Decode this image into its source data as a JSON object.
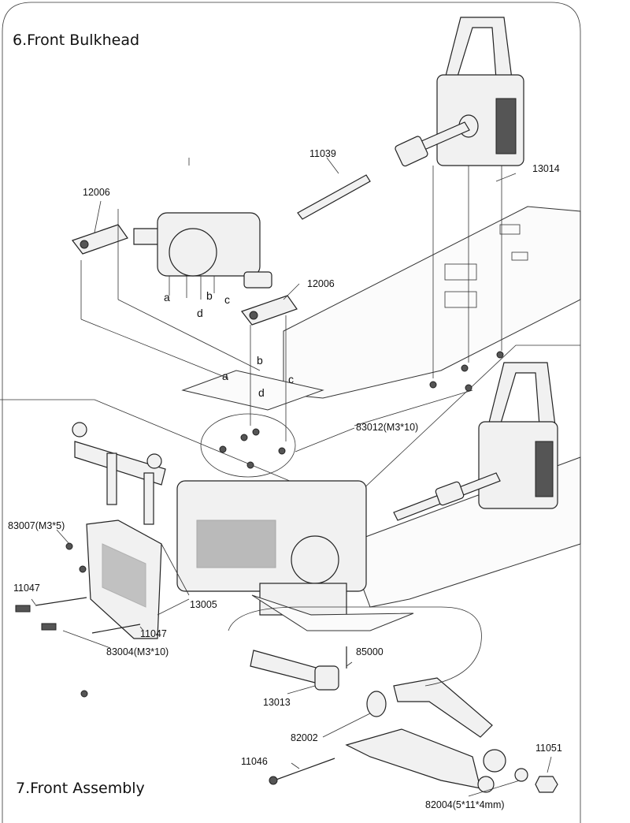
{
  "sections": [
    {
      "title": "6.Front Bulkhead"
    },
    {
      "title": "7.Front Assembly"
    }
  ],
  "parts_section6": {
    "p11039": "11039",
    "p12006_left": "12006",
    "p12006_right": "12006",
    "p13014": "13014",
    "p83012": "83012(M3*10)",
    "letters_top": [
      "a",
      "b",
      "c",
      "d"
    ],
    "letters_plate": [
      "a",
      "b",
      "c",
      "d"
    ]
  },
  "parts_section7": {
    "p83007": "83007(M3*5)",
    "p11047_left": "11047",
    "p11047_mid": "11047",
    "p13005": "13005",
    "p83004": "83004(M3*10)",
    "p85000": "85000",
    "p13013": "13013",
    "p82002": "82002",
    "p11046": "11046",
    "p11051": "11051",
    "p82004": "82004(5*11*4mm)"
  }
}
